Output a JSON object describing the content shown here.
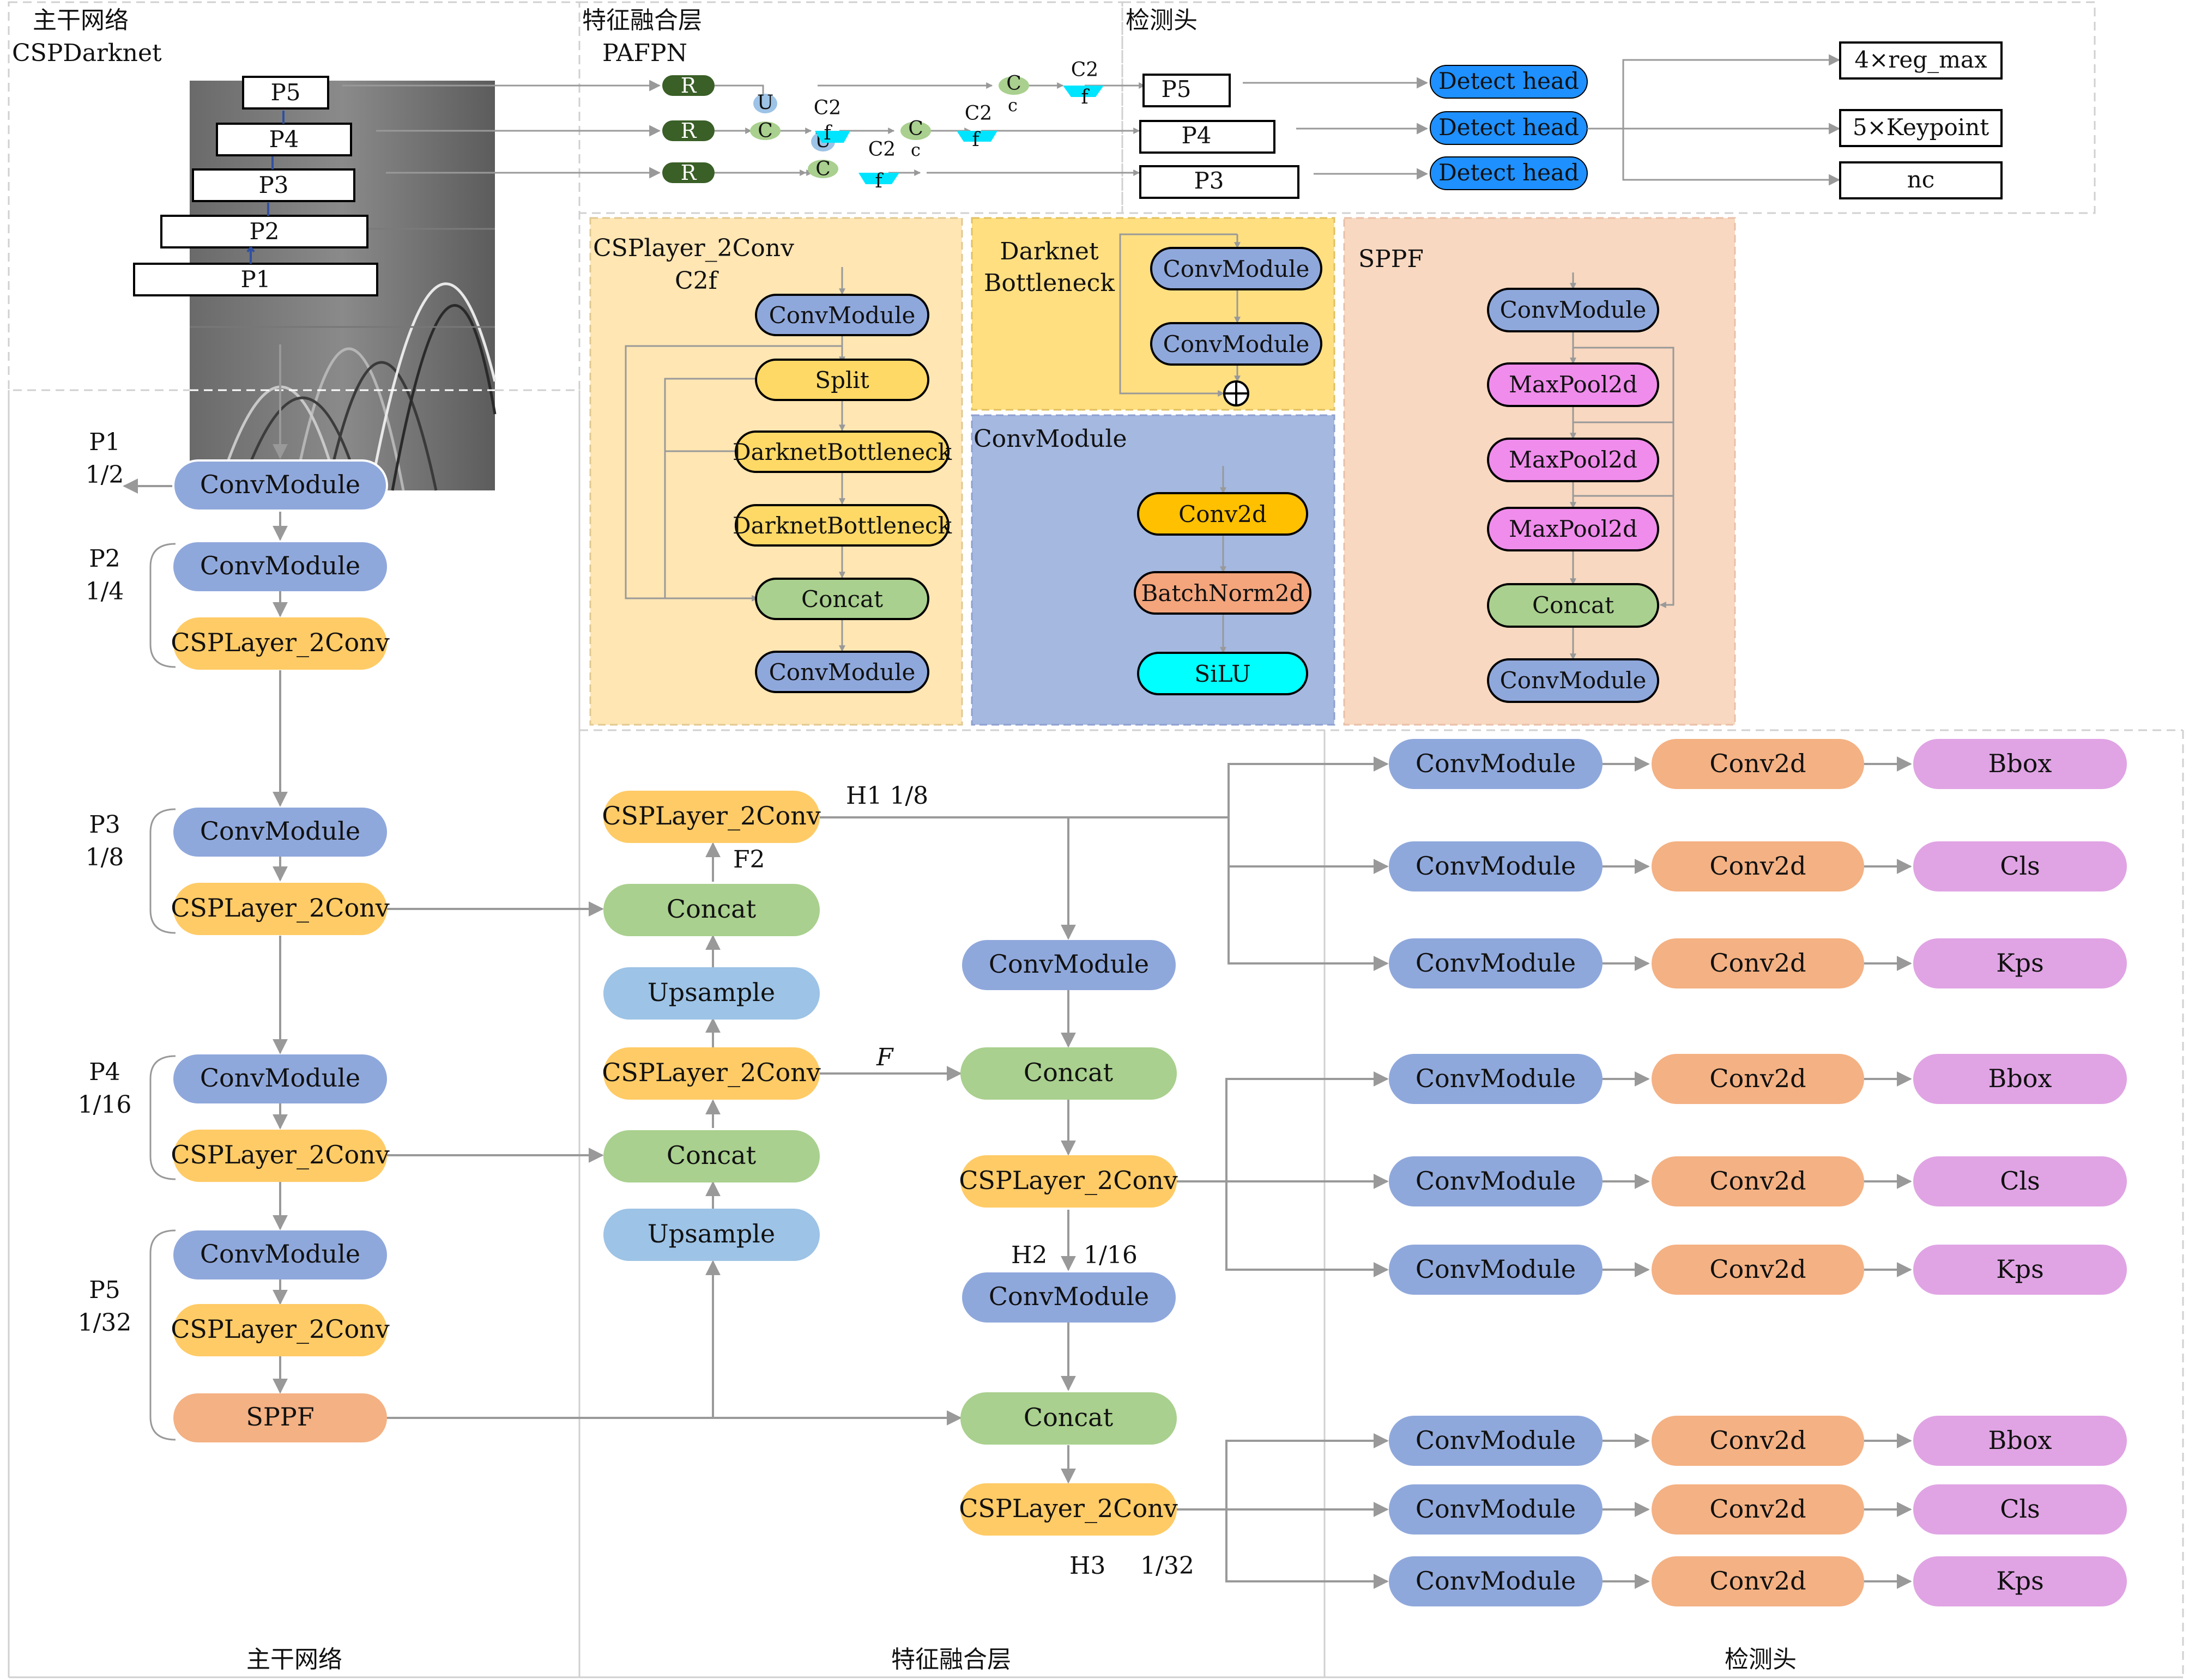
{
  "regions": {
    "backbone": "主干网络",
    "backbone_sub": "CSPDarknet",
    "neck": "特征融合层",
    "neck_sub": "PAFPN",
    "head": "检测头",
    "bottom_backbone": "主干网络",
    "bottom_neck": "特征融合层",
    "bottom_head": "检测头"
  },
  "overview": {
    "pyramid": [
      "P5",
      "P4",
      "P3",
      "P2",
      "P1"
    ],
    "r_label": "R",
    "u_label": "U",
    "c_label": "C",
    "c2_label": "C2",
    "f_label": "f",
    "c_small": "c",
    "outs": [
      "P5",
      "P4",
      "P3"
    ],
    "detect": "Detect head",
    "head_out": [
      "4×reg_max",
      "5×Keypoint",
      "nc"
    ]
  },
  "c2f": {
    "title": "CSPlayer_2Conv",
    "sub": "C2f",
    "boxes": [
      "ConvModule",
      "Split",
      "DarknetBottleneck",
      "DarknetBottleneck",
      "Concat",
      "ConvModule"
    ]
  },
  "bottleneck": {
    "title1": "Darknet",
    "title2": "Bottleneck",
    "boxes": [
      "ConvModule",
      "ConvModule"
    ],
    "plus": "⊕"
  },
  "convmodule": {
    "title": "ConvModule",
    "boxes": [
      "Conv2d",
      "BatchNorm2d",
      "SiLU"
    ]
  },
  "sppf": {
    "title": "SPPF",
    "boxes": [
      "ConvModule",
      "MaxPool2d",
      "MaxPool2d",
      "MaxPool2d",
      "Concat",
      "ConvModule"
    ]
  },
  "backbone": {
    "stages": [
      {
        "name": "P1",
        "scale": "1/2"
      },
      {
        "name": "P2",
        "scale": "1/4"
      },
      {
        "name": "P3",
        "scale": "1/8"
      },
      {
        "name": "P4",
        "scale": "1/16"
      },
      {
        "name": "P5",
        "scale": "1/32"
      }
    ],
    "conv": "ConvModule",
    "csp": "CSPLayer_2Conv",
    "sppf": "SPPF"
  },
  "neck": {
    "csp": "CSPLayer_2Conv",
    "concat": "Concat",
    "upsample": "Upsample",
    "conv": "ConvModule",
    "F2": "F2",
    "F": "F",
    "H1": "H1  1/8",
    "H2": "H2",
    "H2_scale": "1/16",
    "H3": "H3",
    "H3_scale": "1/32"
  },
  "head": {
    "conv": "ConvModule",
    "conv2d": "Conv2d",
    "outs": [
      "Bbox",
      "Cls",
      "Kps"
    ]
  },
  "colors": {
    "convmodule": "#8fa8dc",
    "csp": "#ffcb66",
    "concat": "#a9d08e",
    "upsample": "#9dc3e6",
    "conv2d_head": "#f4b183",
    "out": "#e0a4e4",
    "maxpool": "#f08cec",
    "conv2d_cm": "#ffc000",
    "batchnorm": "#f4a57c",
    "silu": "#00ffff",
    "detect": "#1e90ff",
    "c2f_bg": "#ffe6b3",
    "bottleneck_bg": "#ffdf80",
    "cm_bg": "#a4b8e0",
    "sppf_bg": "#f8d8c0"
  }
}
